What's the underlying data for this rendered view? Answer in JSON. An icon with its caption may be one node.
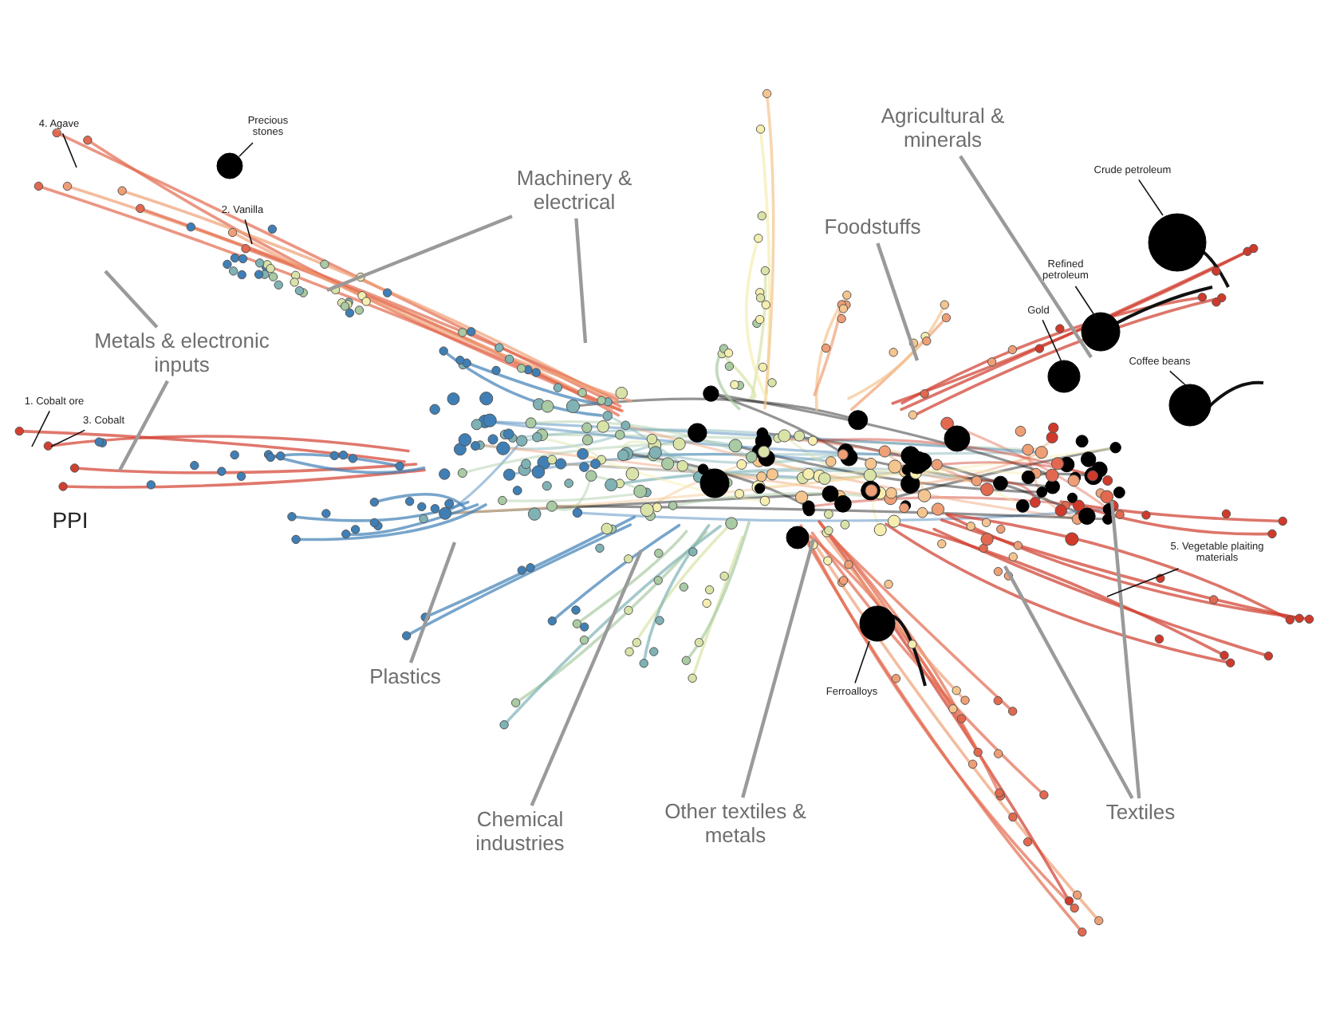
{
  "diagram": {
    "nodes": [
      {
        "text": [
          "Machinery & electrical"
        ]
      },
      {
        "text": [
          "Agricultural & minerals"
        ]
      },
      {
        "text": [
          "Foodstuffs"
        ]
      },
      {
        "text": [
          "Metals & electronic inputs"
        ]
      },
      {
        "text": [
          "Plastics"
        ]
      },
      {
        "text": [
          "Chemical industries"
        ]
      },
      {
        "text": [
          "Other textiles & metals"
        ]
      },
      {
        "text": [
          "Textiles"
        ]
      },
      {
        "text": [
          "4. Agave"
        ]
      },
      {
        "text": [
          "Precious stones"
        ]
      },
      {
        "text": [
          "2. Vanilla"
        ]
      },
      {
        "text": [
          "1. Cobalt ore"
        ]
      },
      {
        "text": [
          "3. Cobalt"
        ]
      },
      {
        "text": [
          "Crude petroleum"
        ]
      },
      {
        "text": [
          "Refined petroleum"
        ]
      },
      {
        "text": [
          "Gold"
        ]
      },
      {
        "text": [
          "Coffee beans"
        ]
      },
      {
        "text": [
          "5. Vegetable plaiting materials"
        ]
      },
      {
        "text": [
          "Ferroalloys"
        ]
      }
    ],
    "edges": [
      {
        "from": 0,
        "to": null,
        "arrow": "none"
      },
      {
        "from": 0,
        "to": null,
        "arrow": "none"
      },
      {
        "from": 1,
        "to": null,
        "arrow": "none"
      },
      {
        "from": 2,
        "to": null,
        "arrow": "none"
      },
      {
        "from": 3,
        "to": null,
        "arrow": "none"
      },
      {
        "from": 3,
        "to": null,
        "arrow": "none"
      },
      {
        "from": 4,
        "to": null,
        "arrow": "none"
      },
      {
        "from": 5,
        "to": null,
        "arrow": "none"
      },
      {
        "from": 6,
        "to": null,
        "arrow": "none"
      },
      {
        "from": 7,
        "to": null,
        "arrow": "none"
      },
      {
        "from": 7,
        "to": null,
        "arrow": "none"
      },
      {
        "from": 8,
        "to": null,
        "arrow": "none",
        "color": "#111111"
      },
      {
        "from": 9,
        "to": null,
        "arrow": "none",
        "color": "#111111"
      },
      {
        "from": 10,
        "to": null,
        "arrow": "none",
        "color": "#111111"
      },
      {
        "from": 11,
        "to": null,
        "arrow": "none",
        "color": "#111111"
      },
      {
        "from": 12,
        "to": null,
        "arrow": "none",
        "color": "#111111"
      },
      {
        "from": 13,
        "to": null,
        "arrow": "none",
        "color": "#111111"
      },
      {
        "from": 14,
        "to": null,
        "arrow": "none",
        "color": "#111111"
      },
      {
        "from": 15,
        "to": null,
        "arrow": "none",
        "color": "#111111"
      },
      {
        "from": 16,
        "to": null,
        "arrow": "none",
        "color": "#111111"
      },
      {
        "from": 17,
        "to": null,
        "arrow": "none",
        "color": "#111111"
      },
      {
        "from": 18,
        "to": null,
        "arrow": "none",
        "color": "#111111"
      }
    ],
    "labels": [
      "PPI"
    ]
  }
}
